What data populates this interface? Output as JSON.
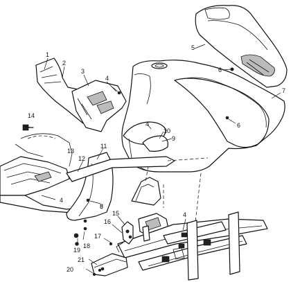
{
  "callouts": [
    {
      "id": "c1",
      "text": "1"
    },
    {
      "id": "c2",
      "text": "2"
    },
    {
      "id": "c3",
      "text": "3"
    },
    {
      "id": "c4a",
      "text": "4"
    },
    {
      "id": "c5",
      "text": "5"
    },
    {
      "id": "c6a",
      "text": "6"
    },
    {
      "id": "c7",
      "text": "7"
    },
    {
      "id": "c6b",
      "text": "6"
    },
    {
      "id": "c4b",
      "text": "4"
    },
    {
      "id": "c10",
      "text": "10"
    },
    {
      "id": "c9",
      "text": "9"
    },
    {
      "id": "c8a",
      "text": "8"
    },
    {
      "id": "c14",
      "text": "14"
    },
    {
      "id": "c11",
      "text": "11"
    },
    {
      "id": "c13",
      "text": "13"
    },
    {
      "id": "c12",
      "text": "12"
    },
    {
      "id": "c4c",
      "text": "4"
    },
    {
      "id": "c8b",
      "text": "8"
    },
    {
      "id": "c15",
      "text": "15"
    },
    {
      "id": "c16",
      "text": "16"
    },
    {
      "id": "c4d",
      "text": "4"
    },
    {
      "id": "c17",
      "text": "17"
    },
    {
      "id": "c19",
      "text": "19"
    },
    {
      "id": "c18",
      "text": "18"
    },
    {
      "id": "c21",
      "text": "21"
    },
    {
      "id": "c20",
      "text": "20"
    }
  ]
}
